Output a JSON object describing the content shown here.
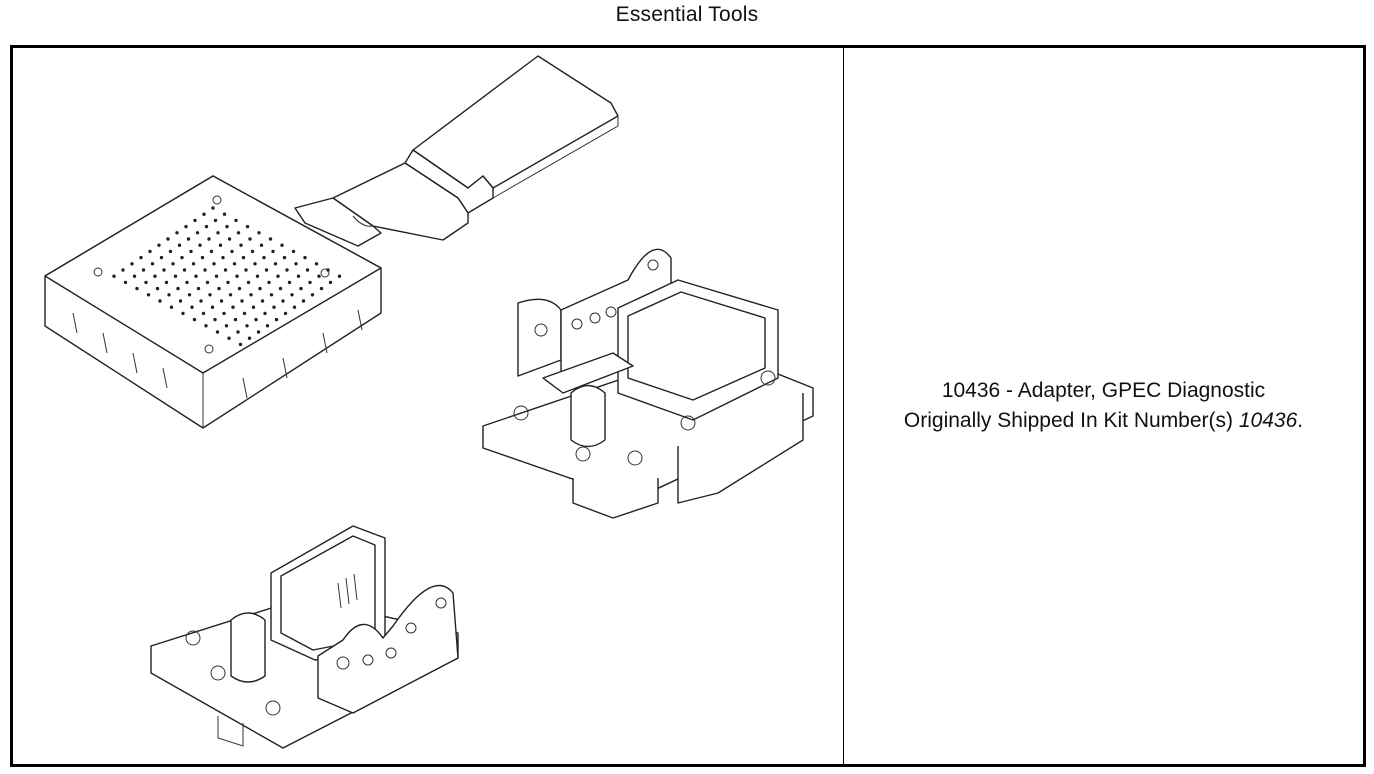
{
  "header": {
    "title": "Essential Tools"
  },
  "tool": {
    "name_line": "10436 - Adapter, GPEC Diagnostic",
    "kit_prefix": "Originally Shipped In Kit Number(s) ",
    "kit_number": "10436",
    "kit_suffix": "."
  },
  "illustration": {
    "parts": [
      "breakout-box",
      "ribbon-connector",
      "connector-adapter-large",
      "connector-adapter-small"
    ]
  }
}
